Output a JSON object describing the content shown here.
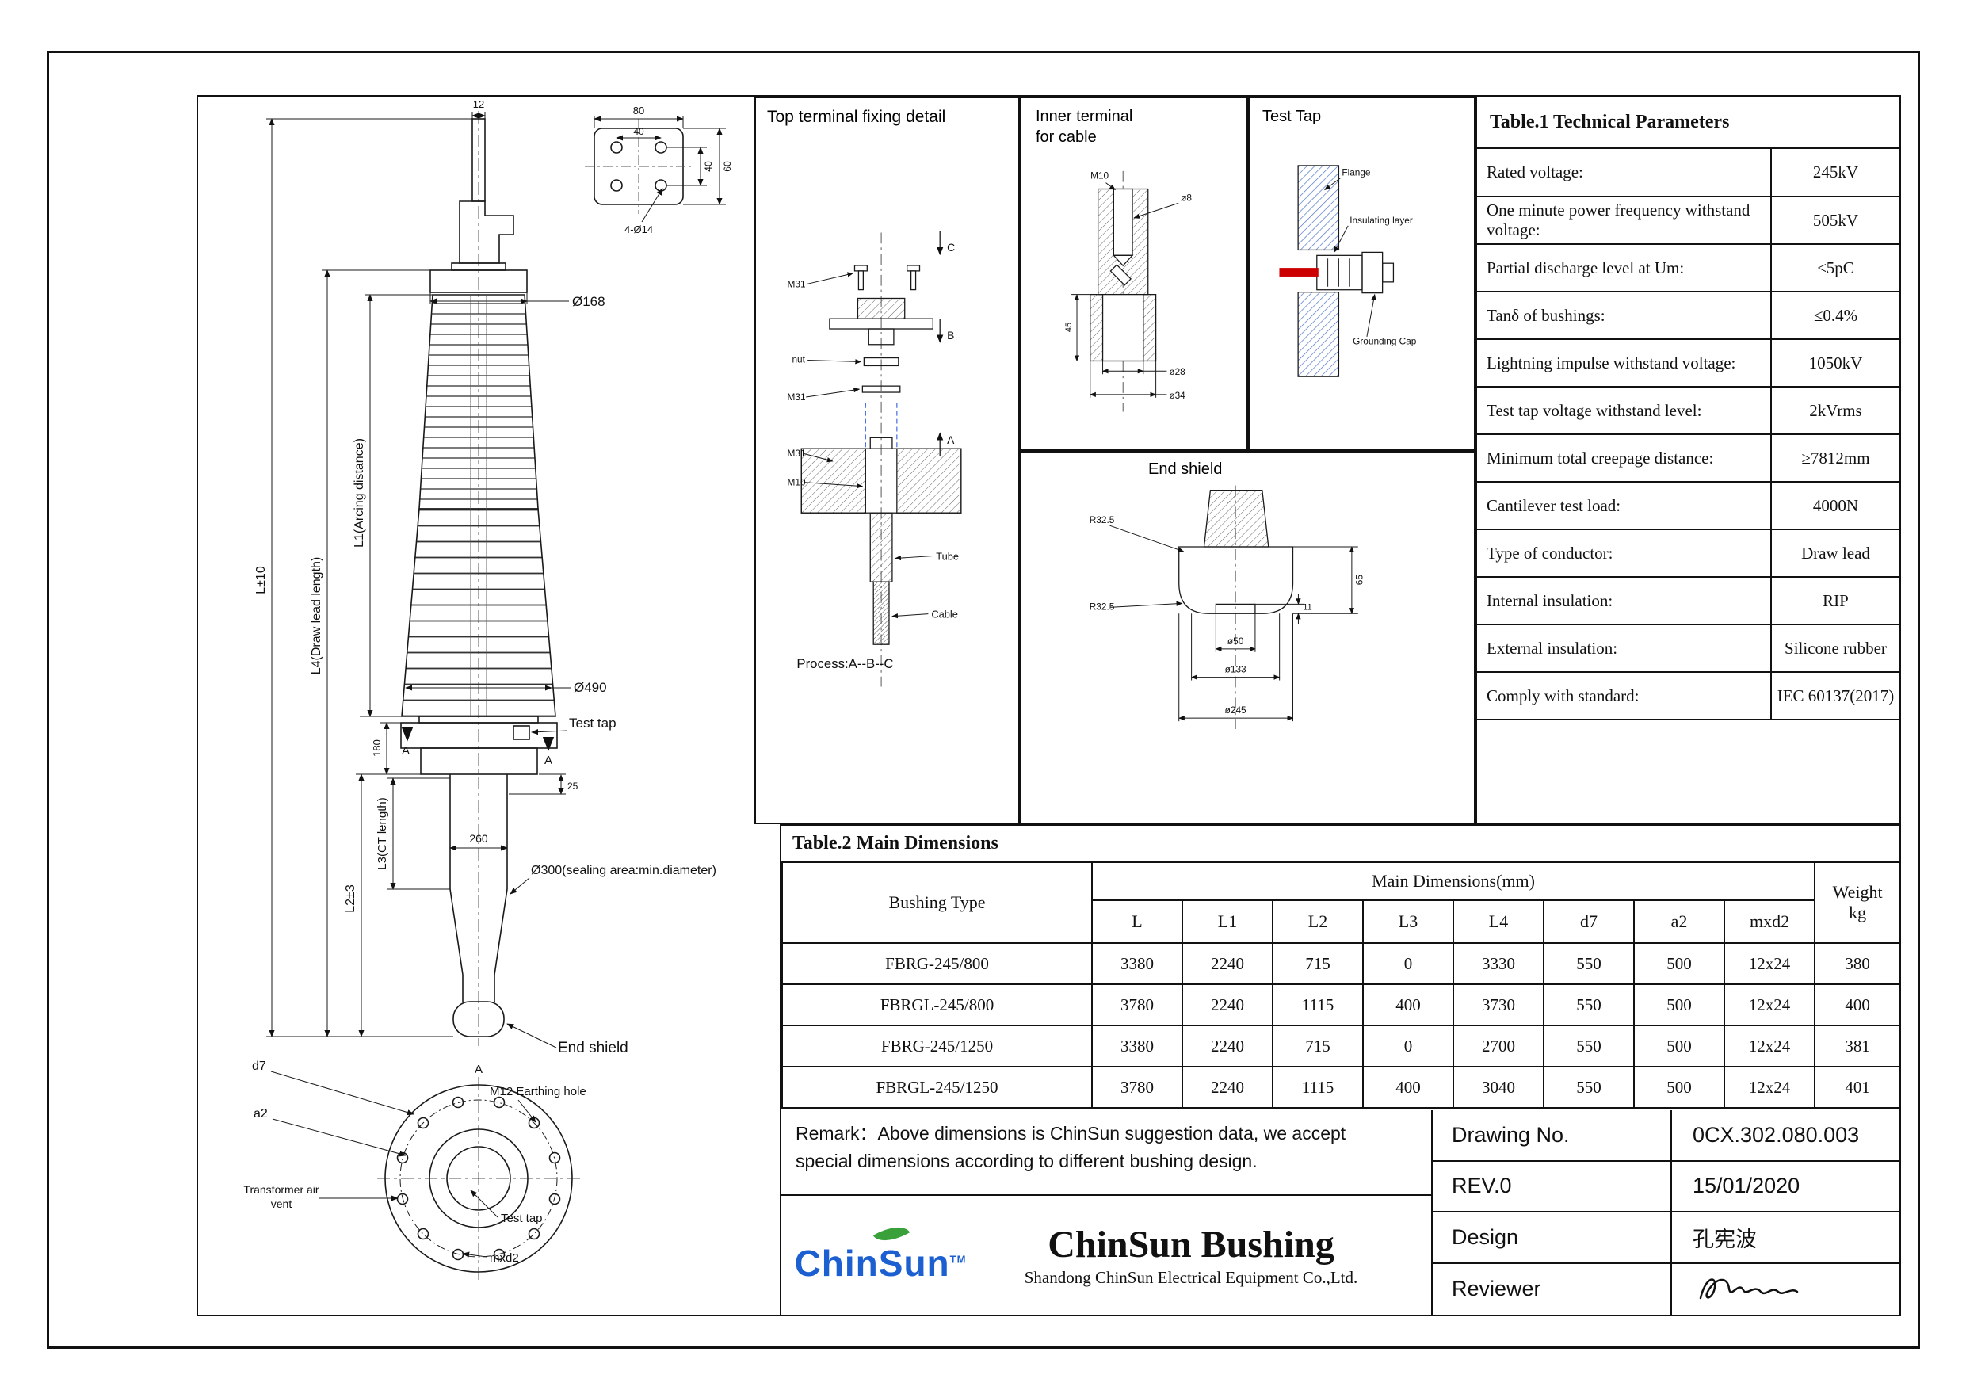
{
  "elevation": {
    "dim12": "12",
    "plan": {
      "dim80": "80",
      "dim40a": "40",
      "dim40b": "40",
      "dim60": "60",
      "holes": "4-Ø14"
    },
    "d168": "Ø168",
    "dimL": "L±10",
    "dimL4": "L4(Draw lead length)",
    "dimL1": "L1(Arcing distance)",
    "d490": "Ø490",
    "test_tap": "Test tap",
    "dim180": "180",
    "dim25": "25",
    "dimL3": "L3(CT length)",
    "dimL2": "L2±3",
    "dim260": "260",
    "d300": "Ø300(sealing area:min.diameter)",
    "end_shield": "End shield",
    "section_mark": "A"
  },
  "bottom_view": {
    "d7": "d7",
    "a2": "a2",
    "earthing_hole": "M12 Earthing hole",
    "air_vent_line1": "Transformer air",
    "air_vent_line2": "vent",
    "test_tap": "Test tap",
    "mxd2": "mxd2"
  },
  "top_terminal": {
    "title": "Top terminal fixing detail",
    "m31": "M31",
    "nut": "nut",
    "m10": "M10",
    "tube": "Tube",
    "cable": "Cable",
    "mark_a": "A",
    "mark_b": "B",
    "mark_c": "C",
    "process": "Process:A--B--C"
  },
  "inner_terminal": {
    "title_line1": "Inner terminal",
    "title_line2": "for cable",
    "m10": "M10",
    "d8": "ø8",
    "dim45": "45",
    "d28": "ø28",
    "d34": "ø34"
  },
  "test_tap_detail": {
    "title": "Test Tap",
    "flange": "Flange",
    "insulating_layer": "Insulating layer",
    "grounding_cap": "Grounding Cap"
  },
  "end_shield_detail": {
    "title": "End shield",
    "r_top": "R32.5",
    "r_bottom": "R32.5",
    "d50": "ø50",
    "d133": "ø133",
    "d245": "ø245",
    "dim65": "65",
    "dim11": "11"
  },
  "table1": {
    "title": "Table.1  Technical Parameters",
    "rows": [
      {
        "p": "Rated voltage:",
        "v": "245kV"
      },
      {
        "p": "One minute power frequency withstand voltage:",
        "v": "505kV"
      },
      {
        "p": "Partial discharge level at Um:",
        "v": "≤5pC"
      },
      {
        "p": "Tanδ of bushings:",
        "v": "≤0.4%"
      },
      {
        "p": "Lightning impulse withstand voltage:",
        "v": "1050kV"
      },
      {
        "p": "Test tap voltage withstand level:",
        "v": "2kVrms"
      },
      {
        "p": "Minimum total creepage distance:",
        "v": "≥7812mm"
      },
      {
        "p": "Cantilever test load:",
        "v": "4000N"
      },
      {
        "p": "Type of conductor:",
        "v": "Draw lead"
      },
      {
        "p": "Internal insulation:",
        "v": "RIP"
      },
      {
        "p": "External insulation:",
        "v": "Silicone rubber"
      },
      {
        "p": "Comply with standard:",
        "v": "IEC 60137(2017)"
      }
    ]
  },
  "table2": {
    "title": "Table.2 Main Dimensions",
    "bushing_type": "Bushing Type",
    "group_header": "Main Dimensions(mm)",
    "cols": [
      "L",
      "L1",
      "L2",
      "L3",
      "L4",
      "d7",
      "a2",
      "mxd2"
    ],
    "weight_line1": "Weight",
    "weight_line2": "kg",
    "rows": [
      {
        "type": "FBRG-245/800",
        "L": "3380",
        "L1": "2240",
        "L2": "715",
        "L3": "0",
        "L4": "3330",
        "d7": "550",
        "a2": "500",
        "mxd2": "12x24",
        "w": "380"
      },
      {
        "type": "FBRGL-245/800",
        "L": "3780",
        "L1": "2240",
        "L2": "1115",
        "L3": "400",
        "L4": "3730",
        "d7": "550",
        "a2": "500",
        "mxd2": "12x24",
        "w": "400"
      },
      {
        "type": "FBRG-245/1250",
        "L": "3380",
        "L1": "2240",
        "L2": "715",
        "L3": "0",
        "L4": "2700",
        "d7": "550",
        "a2": "500",
        "mxd2": "12x24",
        "w": "381"
      },
      {
        "type": "FBRGL-245/1250",
        "L": "3780",
        "L1": "2240",
        "L2": "1115",
        "L3": "400",
        "L4": "3040",
        "d7": "550",
        "a2": "500",
        "mxd2": "12x24",
        "w": "401"
      }
    ]
  },
  "remark": "Remark：Above dimensions is ChinSun suggestion data, we accept special dimensions according to different bushing design.",
  "company": {
    "logo_text": "ChinSun",
    "logo_tm": "TM",
    "title": "ChinSun Bushing",
    "subtitle": "Shandong ChinSun Electrical Equipment Co.,Ltd."
  },
  "title_block": {
    "drawing_no_label": "Drawing No.",
    "drawing_no_value": "0CX.302.080.003",
    "rev_label": "REV.0",
    "rev_value": "15/01/2020",
    "design_label": "Design",
    "design_value": "孔宪波",
    "reviewer_label": "Reviewer"
  },
  "colors": {
    "logo_blue": "#1b5fd0",
    "leaf_green": "#3aa13a",
    "hatch_blue": "#4a72c7",
    "conductor_red": "#cc0000"
  }
}
